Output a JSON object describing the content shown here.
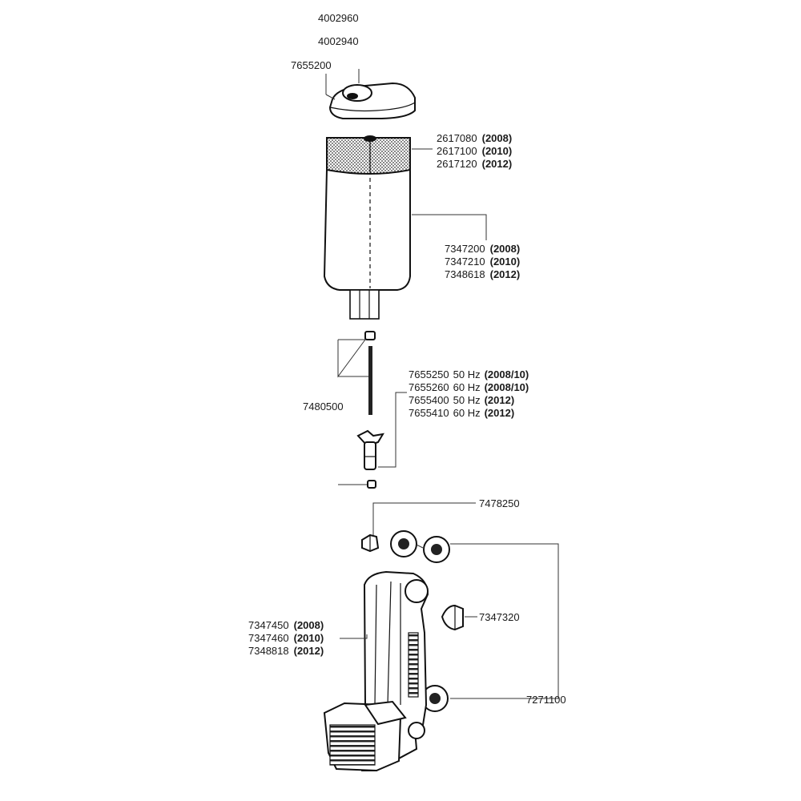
{
  "labels": {
    "top1": "4002960",
    "top2": "4002940",
    "cover": "7655200",
    "sponge": [
      {
        "code": "2617080",
        "model": "(2008)"
      },
      {
        "code": "2617100",
        "model": "(2010)"
      },
      {
        "code": "2617120",
        "model": "(2012)"
      }
    ],
    "housing": [
      {
        "code": "7347200",
        "model": "(2008)"
      },
      {
        "code": "7347210",
        "model": "(2010)"
      },
      {
        "code": "7348618",
        "model": "(2012)"
      }
    ],
    "axle": "7480500",
    "impeller": [
      {
        "code": "7655250",
        "freq": "50 Hz",
        "model": "(2008/10)"
      },
      {
        "code": "7655260",
        "freq": "60 Hz",
        "model": "(2008/10)"
      },
      {
        "code": "7655400",
        "freq": "50 Hz",
        "model": "(2012)"
      },
      {
        "code": "7655410",
        "freq": "60 Hz",
        "model": "(2012)"
      }
    ],
    "nozzle": "7478250",
    "clip": "7347320",
    "suction_cups": "7271100",
    "pump": [
      {
        "code": "7347450",
        "model": "(2008)"
      },
      {
        "code": "7347460",
        "model": "(2010)"
      },
      {
        "code": "7348818",
        "model": "(2012)"
      }
    ]
  }
}
